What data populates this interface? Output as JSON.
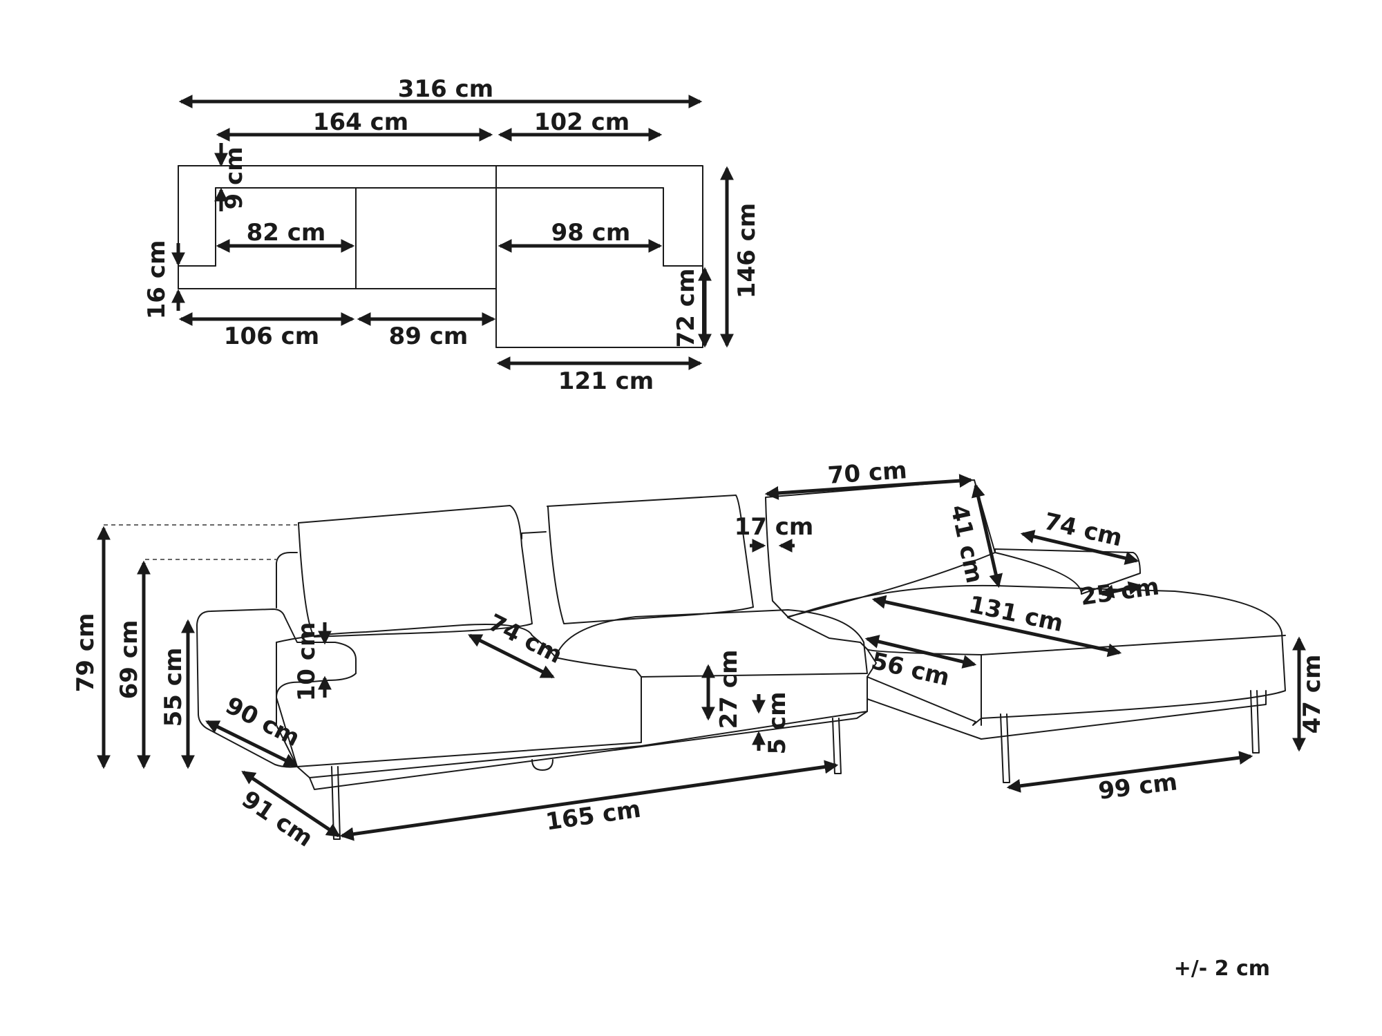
{
  "top_view": {
    "total_width": "316 cm",
    "sofa_width": "164 cm",
    "chaise_width": "102 cm",
    "back_depth": "9 cm",
    "armrest_width": "16 cm",
    "seat_left_width": "82 cm",
    "seat_chaise_width": "98 cm",
    "total_depth": "146 cm",
    "chaise_extension": "72 cm",
    "left_section_width": "106 cm",
    "middle_section_width": "89 cm",
    "chaise_front_width": "121 cm"
  },
  "perspective_view": {
    "total_height": "79 cm",
    "back_height": "69 cm",
    "armrest_height": "55 cm",
    "armrest_thickness": "10 cm",
    "cushion_depth": "74 cm",
    "seat_thickness": "27 cm",
    "leg_clearance": "5 cm",
    "seat_depth": "90 cm",
    "side_depth": "91 cm",
    "leg_span": "165 cm",
    "backrest_width": "70 cm",
    "backrest_thickness": "17 cm",
    "backrest_height": "41 cm",
    "arm_length": "74 cm",
    "arm_width": "25 cm",
    "chaise_length": "131 cm",
    "chaise_depth": "56 cm",
    "chaise_leg_span": "99 cm",
    "seat_height": "47 cm"
  },
  "tolerance": "+/- 2 cm"
}
